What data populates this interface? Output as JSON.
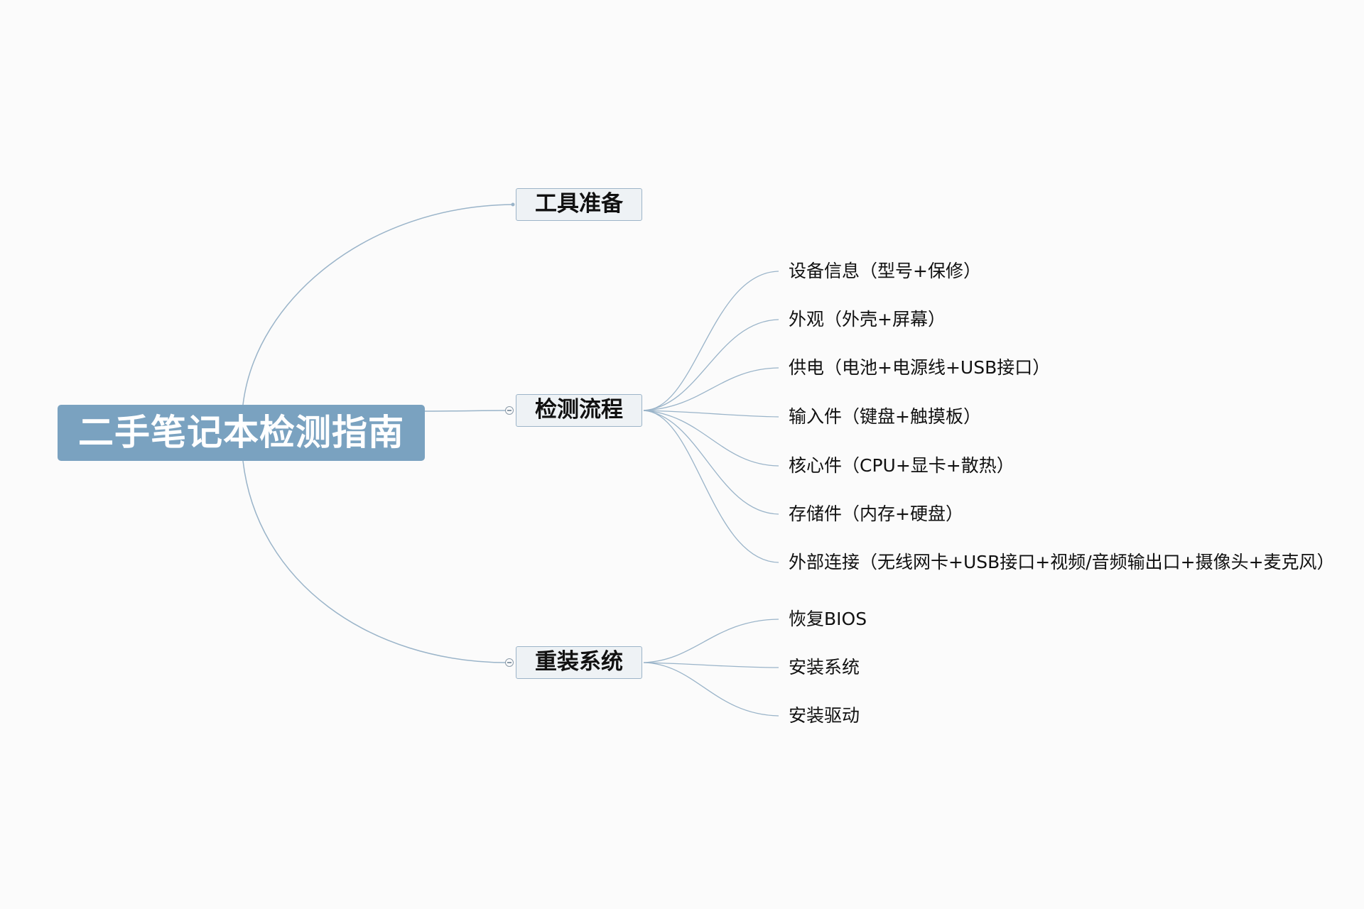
{
  "mindmap": {
    "root": {
      "label": "二手笔记本检测指南"
    },
    "branches": [
      {
        "label": "工具准备",
        "collapsed_indicator": false,
        "children": []
      },
      {
        "label": "检测流程",
        "collapsed_indicator": true,
        "children": [
          {
            "label": "设备信息（型号+保修）"
          },
          {
            "label": "外观（外壳+屏幕）"
          },
          {
            "label": "供电（电池+电源线+USB接口）"
          },
          {
            "label": "输入件（键盘+触摸板）"
          },
          {
            "label": "核心件（CPU+显卡+散热）"
          },
          {
            "label": "存储件（内存+硬盘）"
          },
          {
            "label": "外部连接（无线网卡+USB接口+视频/音频输出口+摄像头+麦克风）"
          }
        ]
      },
      {
        "label": "重装系统",
        "collapsed_indicator": true,
        "children": [
          {
            "label": "恢复BIOS"
          },
          {
            "label": "安装系统"
          },
          {
            "label": "安装驱动"
          }
        ]
      }
    ]
  },
  "colors": {
    "background": "#fbfbfb",
    "root_fill": "#7aa2c0",
    "root_text": "#ffffff",
    "branch_fill": "#eef2f5",
    "branch_border": "#9cb4c8",
    "connector": "#9ab4c9",
    "text": "#111111"
  }
}
